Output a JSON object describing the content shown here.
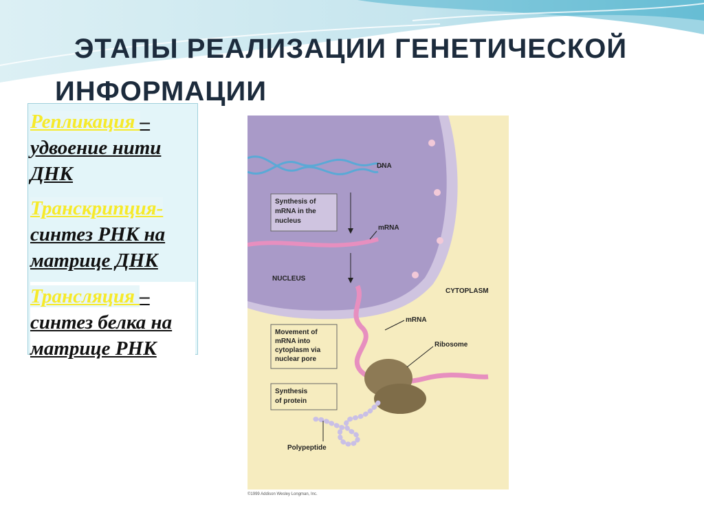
{
  "slide": {
    "title_line1": "ЭТАПЫ РЕАЛИЗАЦИИ ГЕНЕТИЧЕСКОЙ",
    "title_line2": "ИНФОРМАЦИИ"
  },
  "definitions": [
    {
      "term": "Репликация ",
      "text": "– удвоение нити ДНК"
    },
    {
      "term": "Транскрипция-",
      "text": "синтез РНК на матрице ДНК"
    },
    {
      "term": "Трансляция ",
      "text": "– синтез белка на матрице РНК"
    }
  ],
  "diagram": {
    "labels": {
      "dna": "DNA",
      "mrna_top": "mRNA",
      "nucleus": "NUCLEUS",
      "cytoplasm": "CYTOPLASM",
      "mrna_bottom": "mRNA",
      "ribosome": "Ribosome",
      "polypeptide": "Polypeptide"
    },
    "boxes": {
      "synthesis_mrna": [
        "Synthesis of",
        "mRNA in the",
        "nucleus"
      ],
      "movement_mrna": [
        "Movement of",
        "mRNA into",
        "cytoplasm via",
        "nuclear pore"
      ],
      "synthesis_protein": [
        "Synthesis",
        "of protein"
      ]
    },
    "copyright": "©1999 Addison Wesley Longman, Inc.",
    "colors": {
      "cytoplasm": "#f6ecbf",
      "nucleus": "#a99ac8",
      "mrna": "#e78fbf",
      "ribosome": "#8d7a55",
      "dna": "#5aa9d6",
      "polypeptide": "#c9bfe6"
    }
  }
}
